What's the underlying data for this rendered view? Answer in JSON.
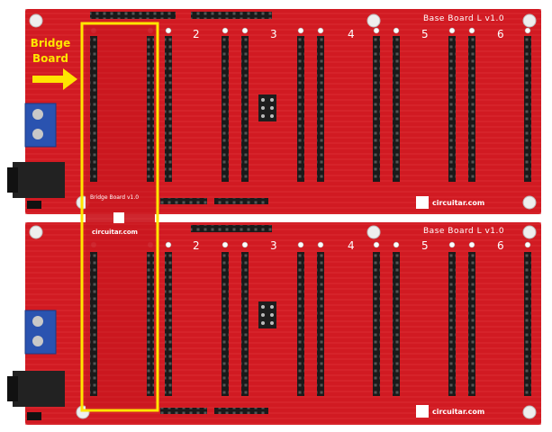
{
  "annotation": {
    "label_line1": "Bridge",
    "label_line2": "Board",
    "highlight_color": "#ffe500"
  },
  "boards": [
    {
      "title": "Base Board L v1.0",
      "brand": "circuitar.com",
      "slots": [
        "2",
        "3",
        "4",
        "5",
        "6"
      ]
    },
    {
      "title": "Base Board L v1.0",
      "brand": "circuitar.com",
      "slots": [
        "2",
        "3",
        "4",
        "5",
        "6"
      ]
    }
  ],
  "bridge_board": {
    "title": "Bridge Board v1.0",
    "brand": "circuitar.com"
  },
  "colors": {
    "pcb": "#d41a22",
    "pcb_dark": "#b5121a",
    "trace": "#e63a40",
    "header": "#1d1d1d",
    "terminal": "#2a53b0",
    "barrel": "#222222"
  }
}
